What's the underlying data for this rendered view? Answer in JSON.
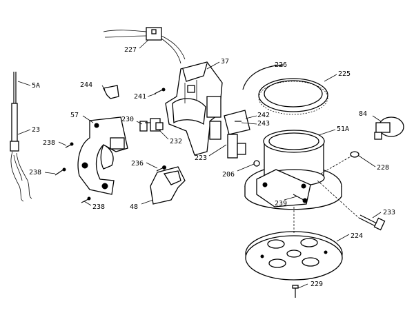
{
  "callouts": [
    {
      "id": "227",
      "text": "227"
    },
    {
      "id": "37a",
      "text": "37"
    },
    {
      "id": "226",
      "text": "226"
    },
    {
      "id": "225",
      "text": "225"
    },
    {
      "id": "5a",
      "text": "5A"
    },
    {
      "id": "244",
      "text": "244"
    },
    {
      "id": "241",
      "text": "241"
    },
    {
      "id": "84",
      "text": "84"
    },
    {
      "id": "57",
      "text": "57"
    },
    {
      "id": "23",
      "text": "23"
    },
    {
      "id": "230",
      "text": "230"
    },
    {
      "id": "232",
      "text": "232"
    },
    {
      "id": "242",
      "text": "242"
    },
    {
      "id": "243",
      "text": "243"
    },
    {
      "id": "51a",
      "text": "51A"
    },
    {
      "id": "238a",
      "text": "238"
    },
    {
      "id": "223",
      "text": "223"
    },
    {
      "id": "236",
      "text": "236"
    },
    {
      "id": "206",
      "text": "206"
    },
    {
      "id": "228",
      "text": "228"
    },
    {
      "id": "238b",
      "text": "238"
    },
    {
      "id": "48",
      "text": "48"
    },
    {
      "id": "238c",
      "text": "238"
    },
    {
      "id": "239",
      "text": "239"
    },
    {
      "id": "233",
      "text": "233"
    },
    {
      "id": "224",
      "text": "224"
    },
    {
      "id": "229",
      "text": "229"
    }
  ]
}
